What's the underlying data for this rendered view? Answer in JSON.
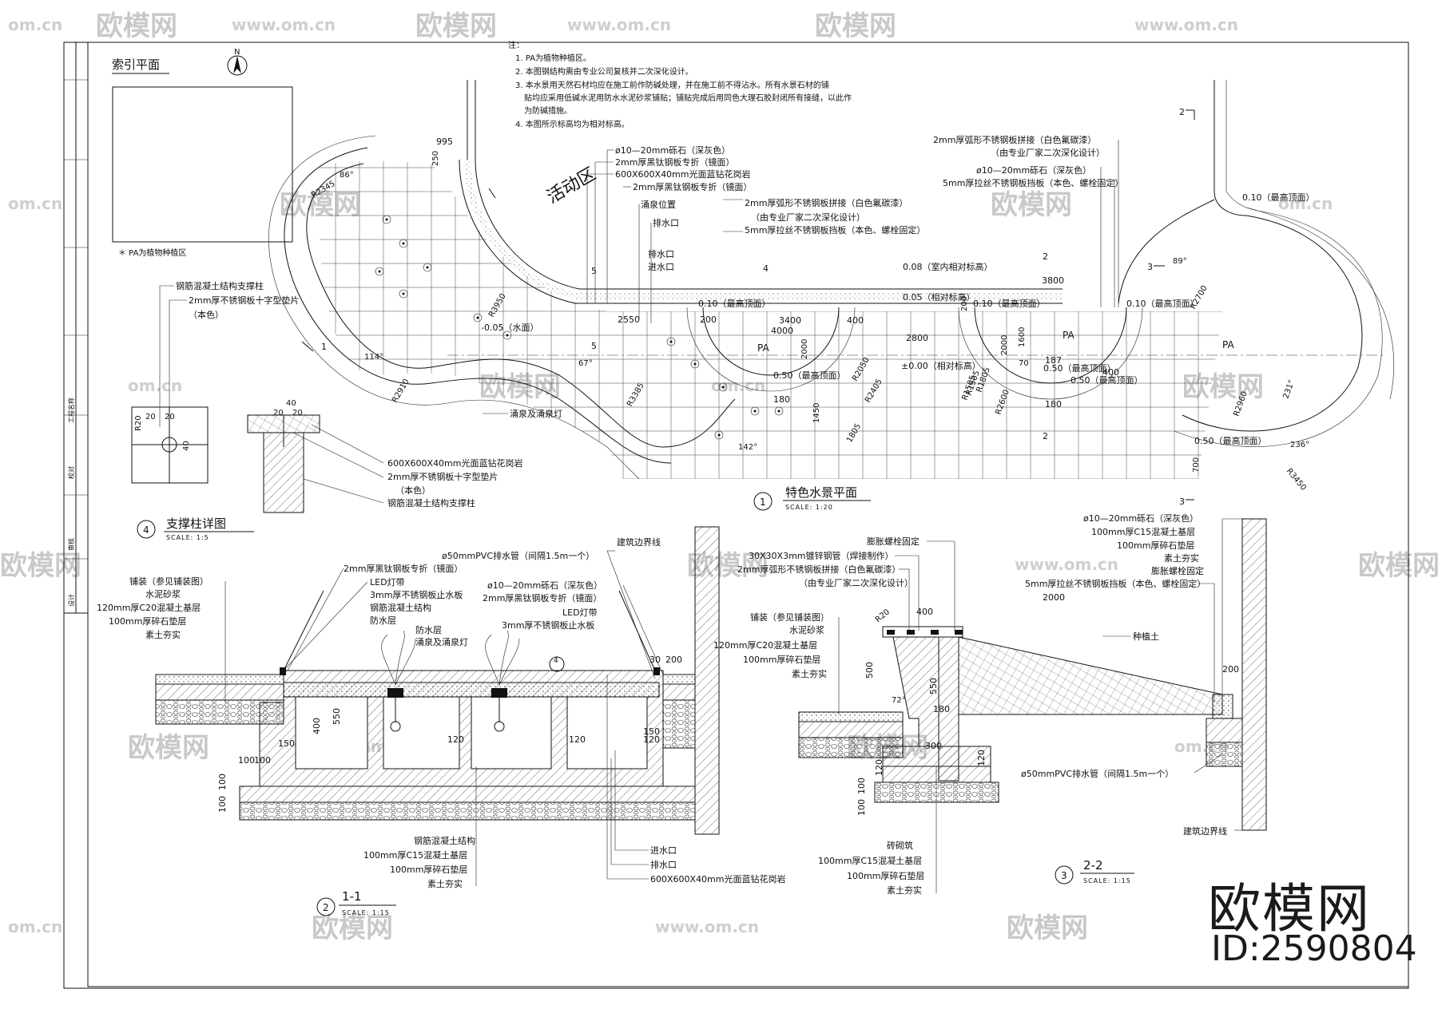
{
  "index_plan": {
    "title": "索引平面",
    "north": "N",
    "note": "＊ PA为植物种植区"
  },
  "general_notes": {
    "heading": "注：",
    "lines": [
      "1. PA为植物种植区。",
      "2. 本图钢结构需由专业公司复核并二次深化设计。",
      "3. 本水景用天然石材均应在施工前作防碱处理，并在施工前不得沾水。所有水景石材的铺",
      "贴均应采用低碱水泥用防水水泥砂浆铺贴；铺贴完成后用同色大理石胶封闭所有接缝，以此作",
      "为防碱措施。",
      "4. 本图所示标高均为相对标高。"
    ]
  },
  "plan": {
    "title": "特色水景平面",
    "number": "1",
    "scale": "SCALE: 1:20",
    "area_label": "活动区",
    "pa": "PA",
    "labels": [
      "ø10—20mm砾石（深灰色）",
      "2mm厚黑钛钢板专折（镜面）",
      "600X600X40mm光面蓝钻花岗岩",
      "2mm厚黑钛钢板专折（镜面）",
      "涌泉位置",
      "排水口",
      "排水口",
      "进水口",
      "2mm厚弧形不锈钢板拼接（白色氟碳漆）",
      "（由专业厂家二次深化设计）",
      "5mm厚拉丝不锈钢板挡板（本色、螺栓固定）",
      "涌泉及涌泉灯",
      "0.08（室内相对标高）",
      "±0.00（相对标高）"
    ],
    "right_labels": [
      "2mm厚弧形不锈钢板拼接（白色氟碳漆）",
      "（由专业厂家二次深化设计）",
      "ø10—20mm砾石（深灰色）",
      "5mm厚拉丝不锈钢板挡板（本色、螺栓固定）"
    ],
    "dims": [
      "995",
      "250",
      "2550",
      "200",
      "3400",
      "4000",
      "3800",
      "2800",
      "1600",
      "2000",
      "1450",
      "2000",
      "1805",
      "180",
      "187",
      "70",
      "400",
      "180",
      "400",
      "200",
      "700"
    ],
    "radii": [
      "R2345",
      "R3950",
      "R2910",
      "R3385",
      "R2050",
      "R1805",
      "R1505",
      "R2405",
      "R2700",
      "R2960",
      "R3450",
      "R2600",
      "R1505"
    ],
    "levels": [
      "0.10（最高顶面）",
      "-0.05（水面）",
      "0.10（最高顶面）",
      "0.05（相对标高）",
      "0.10（最高顶面）",
      "0.10（最高顶面）",
      "0.50（最高顶面）",
      "0.50（最高顶面）",
      "0.50（最高顶面）",
      "0.50（最高顶面）"
    ],
    "angles": [
      "86°",
      "114°",
      "67°",
      "142°",
      "89°",
      "231°",
      "236°"
    ]
  },
  "support": {
    "title": "支撑柱详图",
    "number": "4",
    "scale": "SCALE: 1:5",
    "labels_top": [
      "钢筋混凝土结构支撑柱",
      "2mm厚不锈钢板十字型垫片",
      "（本色）"
    ],
    "labels_right": [
      "600X600X40mm光面蓝钻花岗岩",
      "2mm厚不锈钢板十字型垫片",
      "（本色）",
      "钢筋混凝土结构支撑柱"
    ],
    "dims": [
      "20",
      "20",
      "R20",
      "40",
      "40",
      "20",
      "20"
    ]
  },
  "section_1": {
    "title": "1-1",
    "number": "2",
    "scale": "SCALE: 1:15",
    "left_labels": [
      "铺装（参见铺装图）",
      "水泥砂浆",
      "120mm厚C20混凝土基层",
      "100mm厚碎石垫层",
      "素土夯实"
    ],
    "top_labels": [
      "2mm厚黑钛钢板专折（镜面）",
      "LED灯带",
      "3mm厚不锈钢板止水板",
      "钢筋混凝土结构",
      "防水层"
    ],
    "mid_labels": [
      "防水层",
      "涌泉及涌泉灯",
      "ø50mmPVC排水管（间隔1.5m一个）",
      "ø10—20mm砾石（深灰色）",
      "2mm厚黑钛钢板专折（镜面）",
      "LED灯带",
      "3mm厚不锈钢板止水板",
      "建筑边界线"
    ],
    "bottom_labels": [
      "钢筋混凝土结构",
      "100mm厚C15混凝土基层",
      "100mm厚碎石垫层",
      "素土夯实"
    ],
    "right_labels": [
      "进水口",
      "排水口",
      "600X600X40mm光面蓝钻花岗岩"
    ],
    "dims": [
      "400",
      "550",
      "150",
      "120",
      "100",
      "100",
      "100",
      "100",
      "120",
      "120",
      "150",
      "30",
      "200"
    ]
  },
  "section_2": {
    "title": "2-2",
    "number": "3",
    "scale": "SCALE: 1:15",
    "top_labels": [
      "膨胀螺栓固定",
      "30X30X3mm镀锌钢管（焊接制作）",
      "2mm厚弧形不锈钢板拼接（白色氟碳漆）",
      "（由专业厂家二次深化设计）"
    ],
    "left_labels": [
      "铺装（参见铺装图）",
      "水泥砂浆",
      "120mm厚C20混凝土基层",
      "100mm厚碎石垫层",
      "素土夯实"
    ],
    "bottom_labels": [
      "砖砌筑",
      "100mm厚C15混凝土基层",
      "100mm厚碎石垫层",
      "素土夯实"
    ],
    "right_labels": [
      "ø10—20mm砾石（深灰色）",
      "100mm厚C15混凝土基层",
      "100mm厚碎石垫层",
      "素土夯实",
      "膨胀螺栓固定",
      "5mm厚拉丝不锈钢板挡板（本色、螺栓固定）"
    ],
    "other_labels": [
      "种植土",
      "ø50mmPVC排水管（间隔1.5m一个）",
      "建筑边界线"
    ],
    "dims": [
      "400",
      "2000",
      "500",
      "550",
      "180",
      "300",
      "120",
      "120",
      "100",
      "100",
      "200",
      "R20",
      "72°"
    ]
  },
  "watermark": {
    "brand": "欧模网",
    "url": "www.om.cn",
    "url_short": "om.cn",
    "id": "ID:2590804"
  },
  "title_block": [
    "设计",
    "审核",
    "校对",
    "工程名称"
  ]
}
